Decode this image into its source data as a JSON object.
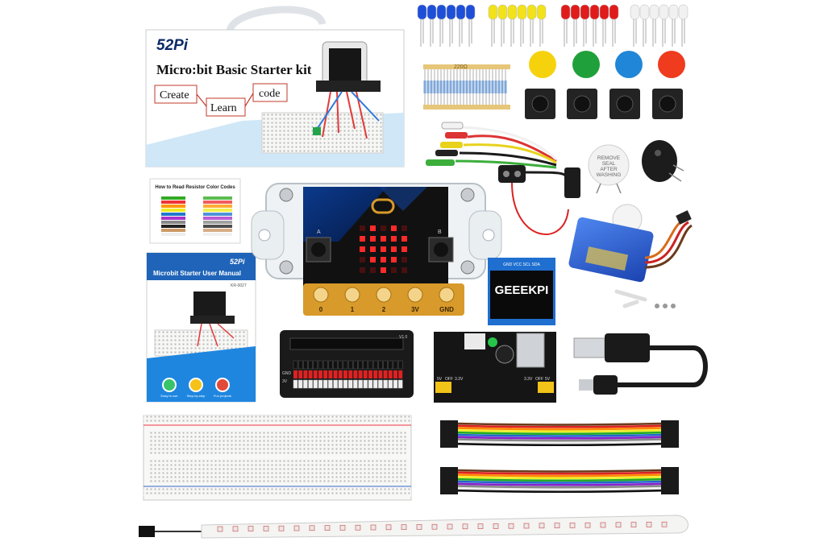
{
  "box": {
    "brand": "52Pi",
    "title": "Micro:bit Basic Starter kit",
    "word_create": "Create",
    "word_learn": "Learn",
    "word_code": "code"
  },
  "resistor_label": "220Ω",
  "color_chart": {
    "title": "How to Read Resistor Color Codes"
  },
  "manual": {
    "brand": "52Pi",
    "title": "Microbit Starter User Manual",
    "code": "KR-0027",
    "icon_labels": [
      "Easy to use",
      "Step-by-step",
      "Fun projects"
    ]
  },
  "microbit": {
    "pins": [
      "0",
      "1",
      "2",
      "3V",
      "GND"
    ],
    "button_a": "A",
    "button_b": "B"
  },
  "oled": {
    "header": "GND VCC SCL SDA",
    "text": "GEEEKPI"
  },
  "buzzer_text": [
    "REMOVE",
    "SEAL",
    "AFTER",
    "WASHING"
  ],
  "breakout": {
    "version": "V1.0",
    "gnd": "GND",
    "v3": "3V"
  },
  "power_module": {
    "l1": "5V",
    "l2": "OFF",
    "l3": "3.3V",
    "r1": "3.3V",
    "r2": "OFF",
    "r3": "5V"
  },
  "colors": {
    "blue_led": "#1e4fd8",
    "yellow_led": "#f2e21a",
    "red_led": "#e01b1b",
    "white_led": "#f1f1f1",
    "cap_yellow": "#f6d20d",
    "cap_green": "#1fa03a",
    "cap_blue": "#1f86d8",
    "cap_red": "#ef3b1e",
    "pcb_black": "#1a1a1a",
    "gold": "#d89a2a",
    "servo_blue": "#2a5fd0"
  }
}
